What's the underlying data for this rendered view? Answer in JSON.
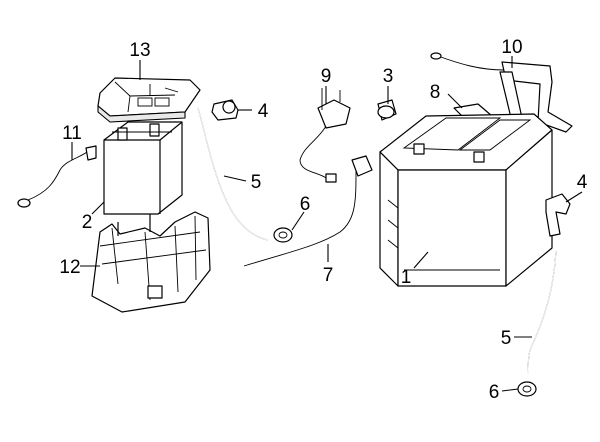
{
  "diagram": {
    "callouts": [
      {
        "id": "c1",
        "label": "1"
      },
      {
        "id": "c2",
        "label": "2"
      },
      {
        "id": "c3",
        "label": "3"
      },
      {
        "id": "c4a",
        "label": "4"
      },
      {
        "id": "c4b",
        "label": "4"
      },
      {
        "id": "c5a",
        "label": "5"
      },
      {
        "id": "c5b",
        "label": "5"
      },
      {
        "id": "c6a",
        "label": "6"
      },
      {
        "id": "c6b",
        "label": "6"
      },
      {
        "id": "c7",
        "label": "7"
      },
      {
        "id": "c8",
        "label": "8"
      },
      {
        "id": "c9",
        "label": "9"
      },
      {
        "id": "c10",
        "label": "10"
      },
      {
        "id": "c11",
        "label": "11"
      },
      {
        "id": "c12",
        "label": "12"
      },
      {
        "id": "c13",
        "label": "13"
      }
    ]
  }
}
